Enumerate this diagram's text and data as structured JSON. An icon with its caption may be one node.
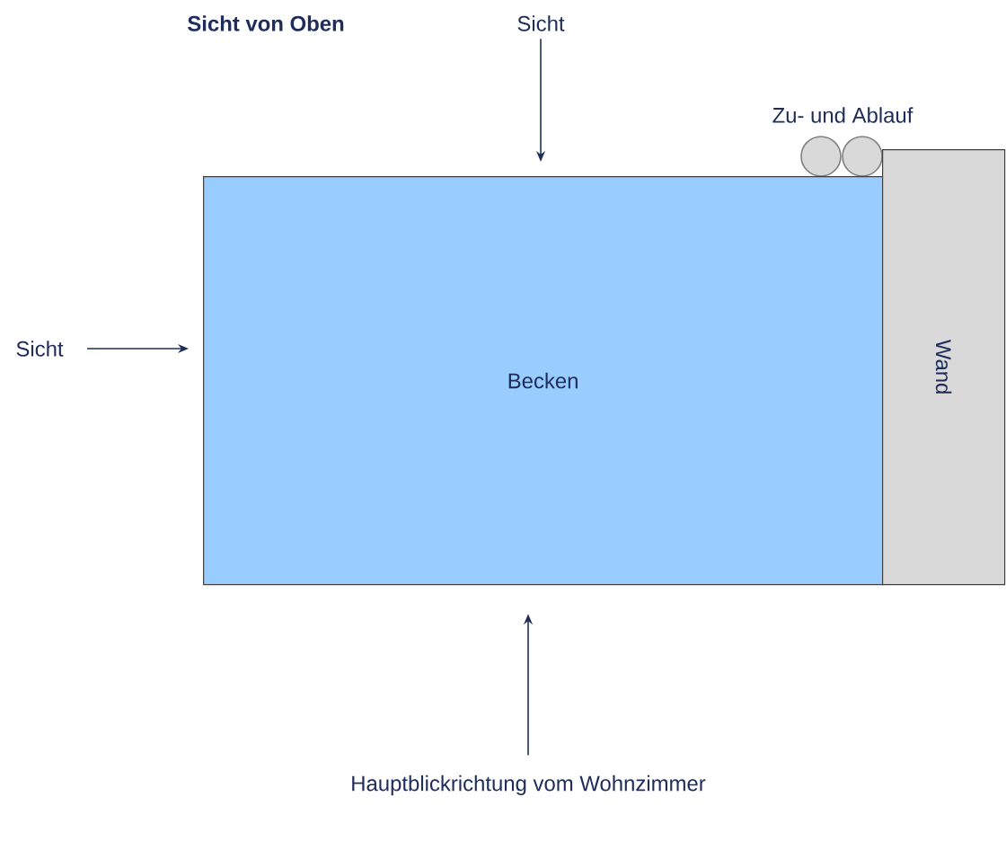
{
  "diagram": {
    "title": "Sicht von Oben",
    "nodes": [
      {
        "text": [
          "Sicht"
        ]
      },
      {
        "text": [
          "Sicht"
        ]
      },
      {
        "text": [
          "Becken"
        ]
      },
      {
        "text": [
          "Wand"
        ]
      },
      {
        "text": [
          "Hauptblickrichtung vom Wohnzimmer"
        ]
      }
    ],
    "edges": [
      {
        "from": 0,
        "to": 2,
        "arrow": "to"
      },
      {
        "from": 1,
        "to": 2,
        "arrow": "to"
      },
      {
        "from": 4,
        "to": 2,
        "arrow": "to"
      }
    ],
    "labels": [
      "Zu- und Ablauf"
    ]
  }
}
